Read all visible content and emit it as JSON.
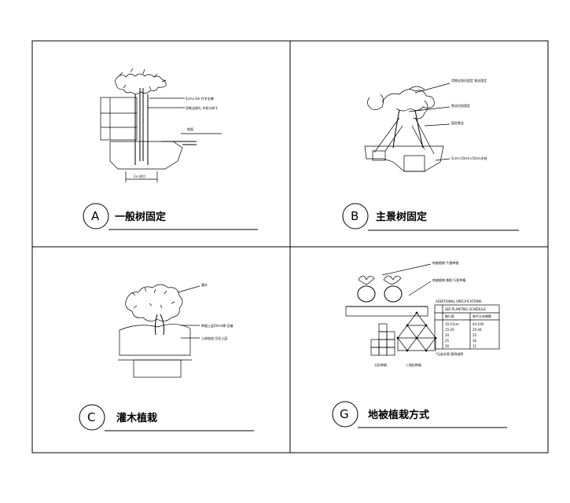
{
  "panels": [
    {
      "letter": "A",
      "title": "一般树固定"
    },
    {
      "letter": "B",
      "title": "主景树固定"
    },
    {
      "letter": "C",
      "title": "灌木植栽"
    },
    {
      "letter": "G",
      "title": "地被植栽方式"
    }
  ],
  "panel_a": {
    "labels": [
      "5cm×3m 竹竿支撑",
      "用铁丝绑扎 木桩与树干",
      "地面"
    ],
    "dimension": "2× 树穴"
  },
  "panel_b": {
    "labels": [
      "用铁丝斜拉固定 铁丝固定",
      "铁丝拉结固定",
      "固定铁丝",
      "5cm×10cm×50cm木桩"
    ]
  },
  "panel_c": {
    "labels": [
      "灌木",
      "种植土层50cm厚 回填",
      "土球底部 压实土层"
    ]
  },
  "panel_g": {
    "labels": [
      "地被植物 片植种植",
      "地被植物 株距 行距种植"
    ],
    "table": {
      "heading": "ADDITIONAL SPECIFICATIONS",
      "header": [
        "",
        "SEE PLANTING SCHEDULE",
        ""
      ],
      "subheader": [
        "",
        "株行距",
        "每平方米株数"
      ],
      "rows": [
        [
          "",
          "10-15cm",
          "44-100"
        ],
        [
          "",
          "15-20",
          "25-44"
        ],
        [
          "",
          "20",
          "25"
        ],
        [
          "",
          "25",
          "16"
        ],
        [
          "",
          "30",
          "11"
        ]
      ],
      "note": "*见苗木表 图例说明"
    },
    "caption_left": "方形种植",
    "caption_right": "三角形种植"
  }
}
